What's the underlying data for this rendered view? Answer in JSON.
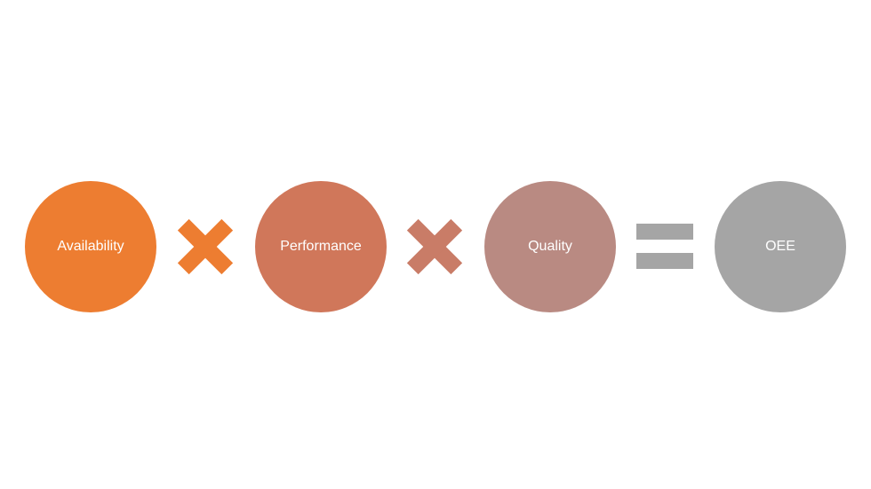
{
  "equation": {
    "terms": [
      {
        "label": "Availability",
        "color": "#ED7D31"
      },
      {
        "label": "Performance",
        "color": "#D0775A"
      },
      {
        "label": "Quality",
        "color": "#B98A82"
      },
      {
        "label": "OEE",
        "color": "#A5A5A5"
      }
    ],
    "operators": [
      {
        "symbol": "times",
        "color": "#ED7D31"
      },
      {
        "symbol": "times",
        "color": "#C97C67"
      },
      {
        "symbol": "equals",
        "color": "#A5A5A5"
      }
    ]
  }
}
